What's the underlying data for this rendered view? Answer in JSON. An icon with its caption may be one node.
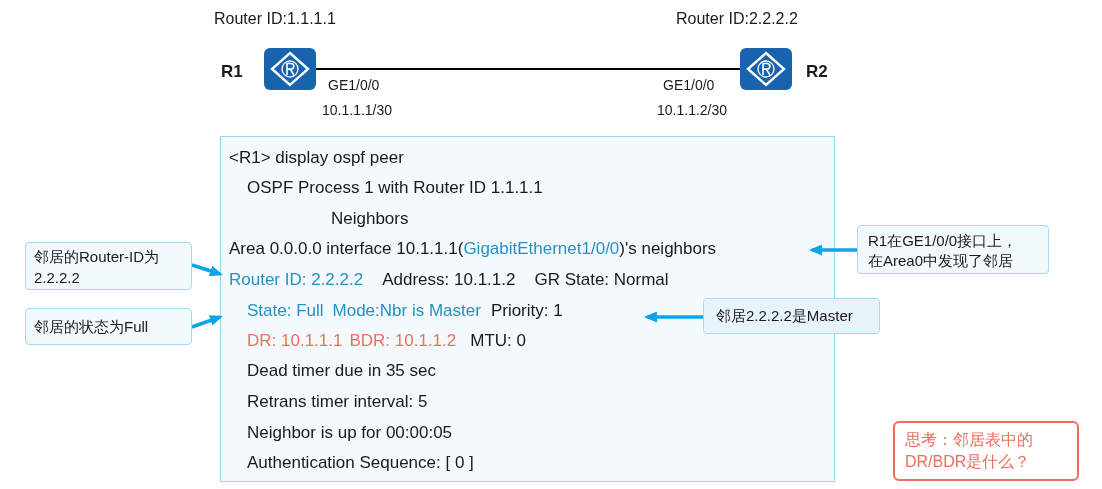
{
  "diagram": {
    "nodes": [
      {
        "text": [],
        "shape": "picture",
        "beside": [
          "Router ID:1.1.1.1",
          "R1"
        ]
      },
      {
        "text": [],
        "shape": "picture",
        "beside": [
          "Router ID:2.2.2.2",
          "R2"
        ]
      },
      {
        "text": [
          "<R1> display ospf peer",
          "OSPF Process 1 with Router ID 1.1.1.1",
          "Neighbors",
          "Area 0.0.0.0 interface 10.1.1.1(",
          "GigabitEthernet1/0/0",
          ")'s neighbors",
          "Router ID: 2.2.2.2",
          "Address: 10.1.1.2",
          "GR State: Normal",
          "State: Full",
          "Mode:Nbr is Master",
          "Priority: 1",
          "DR: 10.1.1.1",
          "BDR: 10.1.1.2",
          "MTU: 0",
          "Dead timer due in 35 sec",
          "Retrans timer interval: 5",
          "Neighbor is up for 00:00:05",
          "Authentication Sequence: [ 0 ]"
        ]
      },
      {
        "text": [
          "R1在GE1/0/0接口上，在Area0中发现了邻居"
        ]
      },
      {
        "text": [
          "邻居的Router-ID为2.2.2.2"
        ]
      },
      {
        "text": [
          "邻居2.2.2.2是Master"
        ]
      },
      {
        "text": [
          "邻居的状态为Full"
        ]
      },
      {
        "text": [
          "思考：邻居表中的DR/BDR是什么？"
        ]
      }
    ],
    "edges": [
      {
        "from": 0,
        "to": 1,
        "arrow": "none",
        "color": "#000000"
      },
      {
        "from": 3,
        "to": 2,
        "arrow": "to"
      },
      {
        "from": 4,
        "to": 2,
        "arrow": "to"
      },
      {
        "from": 5,
        "to": 2,
        "arrow": "to"
      },
      {
        "from": 6,
        "to": 2,
        "arrow": "to"
      }
    ],
    "labels": [
      "GE1/0/0",
      "GE1/0/0",
      "10.1.1.1/30",
      "10.1.1.2/30"
    ]
  }
}
